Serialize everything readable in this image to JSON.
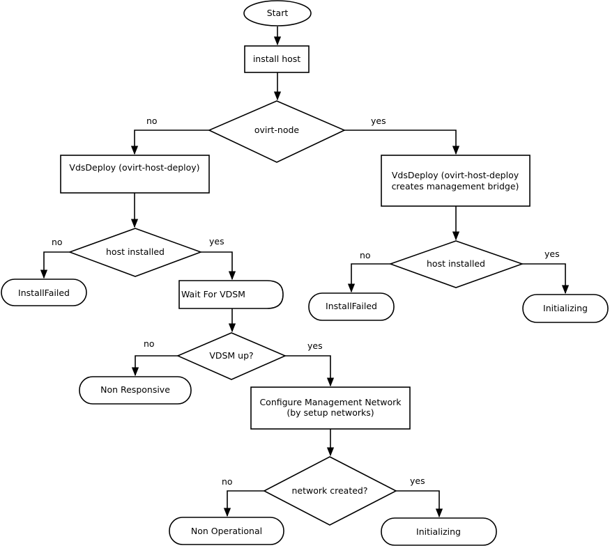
{
  "diagram": {
    "nodes": {
      "start": "Start",
      "install_host": "install host",
      "ovirt_node": "ovirt-node",
      "vdsdeploy_left": "VdsDeploy (ovirt-host-deploy)",
      "vdsdeploy_right_line1": "VdsDeploy (ovirt-host-deploy",
      "vdsdeploy_right_line2": "creates management bridge)",
      "host_installed_left": "host installed",
      "host_installed_right": "host installed",
      "install_failed_left": "InstallFailed",
      "install_failed_right": "InstallFailed",
      "wait_for_vdsm": "Wait For VDSM",
      "initializing_right": "Initializing",
      "vdsm_up": "VDSM up?",
      "non_responsive": "Non Responsive",
      "configure_line1": "Configure Management Network",
      "configure_line2": "(by setup networks)",
      "network_created": "network created?",
      "non_operational": "Non Operational",
      "initializing_bottom": "Initializing"
    },
    "edge_labels": {
      "ovirt_no": "no",
      "ovirt_yes": "yes",
      "host_left_no": "no",
      "host_left_yes": "yes",
      "host_right_no": "no",
      "host_right_yes": "yes",
      "vdsm_no": "no",
      "vdsm_yes": "yes",
      "network_no": "no",
      "network_yes": "yes"
    }
  }
}
